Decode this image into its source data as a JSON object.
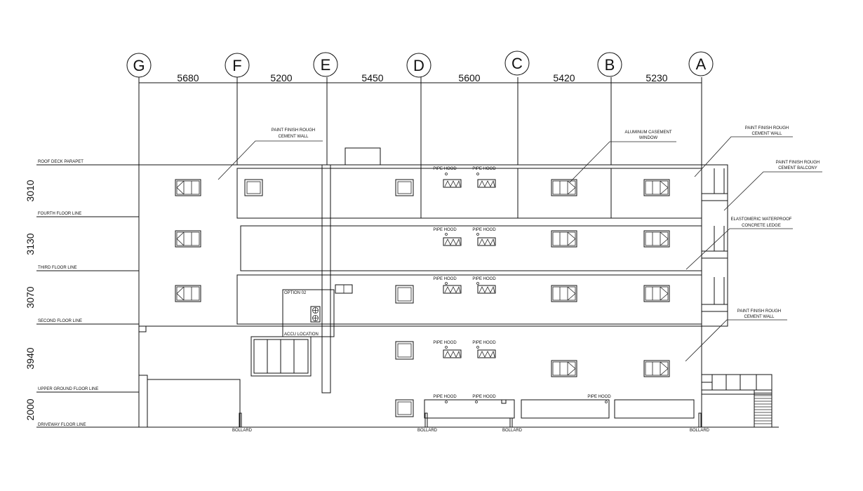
{
  "grid": {
    "labels": [
      "G",
      "F",
      "E",
      "D",
      "C",
      "B",
      "A"
    ],
    "spacings": [
      "5680",
      "5200",
      "5450",
      "5600",
      "5420",
      "5230"
    ]
  },
  "levels": {
    "roof": "ROOF DECK PARAPET",
    "fourth": "FOURTH FLOOR LINE",
    "third": "THIRD FLOOR LINE",
    "second": "SECOND FLOOR LINE",
    "upper_ground": "UPPER GROUND FLOOR LINE",
    "driveway": "DRIVEWAY FLOOR LINE"
  },
  "floor_heights": [
    "3010",
    "3130",
    "3070",
    "3940",
    "2000"
  ],
  "notes": {
    "paint_wall_1_line1": "PAINT FINISH ROUGH",
    "paint_wall_1_line2": "CEMENT WALL",
    "aluminum_line1": "ALUMINUM CASEMENT",
    "aluminum_line2": "WINDOW",
    "paint_wall_2_line1": "PAINT FINISH ROUGH",
    "paint_wall_2_line2": "CEMENT WALL",
    "paint_balcony_line1": "PAINT FINISH ROUGH",
    "paint_balcony_line2": "CEMENT BALCONY",
    "elastomeric_line1": "ELASTOMERIC WATERPROOF",
    "elastomeric_line2": "CONCRETE LEDGE",
    "paint_wall_3_line1": "PAINT FINISH ROUGH",
    "paint_wall_3_line2": "CEMENT WALL",
    "option": "OPTION 02",
    "accu": "ACCU LOCATION"
  },
  "pipe_hood": "PIPE HOOD",
  "bollard": "BOLLARD",
  "colors": {
    "line": "#111111",
    "background": "#ffffff"
  }
}
